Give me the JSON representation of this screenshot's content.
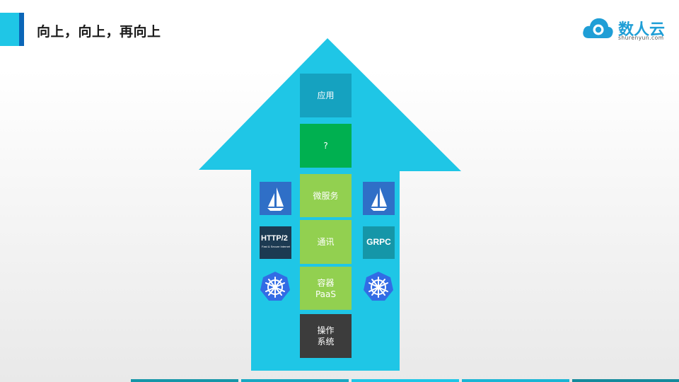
{
  "header": {
    "title": "向上，向上，再向上",
    "accent_color": "#1fc6e6"
  },
  "logo": {
    "name": "数人云",
    "sub": "shurenyun.com",
    "icon": "cloud-logo-icon"
  },
  "diagram": {
    "arrow_color": "#1fc6e6",
    "layers": [
      {
        "id": "app",
        "label": "应用",
        "color": "#15a2c0"
      },
      {
        "id": "unknown",
        "label": "?",
        "color": "#00b050"
      },
      {
        "id": "microservice",
        "label": "微服务",
        "color": "#92d050"
      },
      {
        "id": "communication",
        "label": "通讯",
        "color": "#92d050"
      },
      {
        "id": "container",
        "line1": "容器",
        "line2": "PaaS",
        "color": "#92d050"
      },
      {
        "id": "os",
        "line1": "操作",
        "line2": "系统",
        "color": "#3c3c3c"
      }
    ],
    "left_icons": [
      {
        "icon": "istio-sail-icon"
      },
      {
        "icon": "http2-icon",
        "text": "HTTP/2",
        "subtext": "Fast & Secure Internet"
      },
      {
        "icon": "kubernetes-helm-icon"
      }
    ],
    "right_icons": [
      {
        "icon": "istio-sail-icon"
      },
      {
        "icon": "grpc-icon",
        "text": "GRPC"
      },
      {
        "icon": "kubernetes-helm-icon"
      }
    ]
  }
}
